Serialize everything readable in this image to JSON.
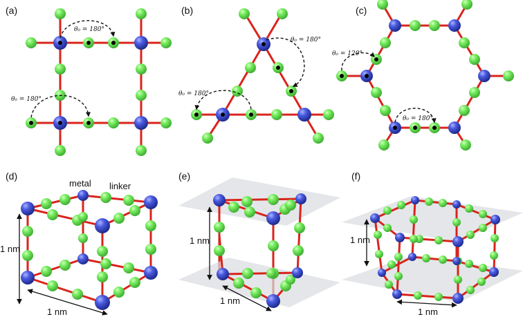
{
  "panels": {
    "a": "(a)",
    "b": "(b)",
    "c": "(c)",
    "d": "(d)",
    "e": "(e)",
    "f": "(f)"
  },
  "angles": {
    "a_top": "θ₀ = 180°",
    "a_left": "θ₀ = 180°",
    "b_right": "θ₀ = 180°",
    "b_left": "θ₀ = 180°",
    "c_left": "θ₀ = 120°",
    "c_bottom": "θ₀ = 180°"
  },
  "labels": {
    "metal": "metal",
    "linker": "linker",
    "d_vertical": "1 nm",
    "d_horizontal": "1 nm",
    "e_vertical": "1 nm",
    "e_horizontal": "1 nm",
    "f_vertical": "1 nm",
    "f_horizontal": "1 nm"
  },
  "colors": {
    "metal": "#3d4fd0",
    "linker": "#6fe65a",
    "bond": "#d8241c",
    "plane": "#d9dcdf"
  }
}
